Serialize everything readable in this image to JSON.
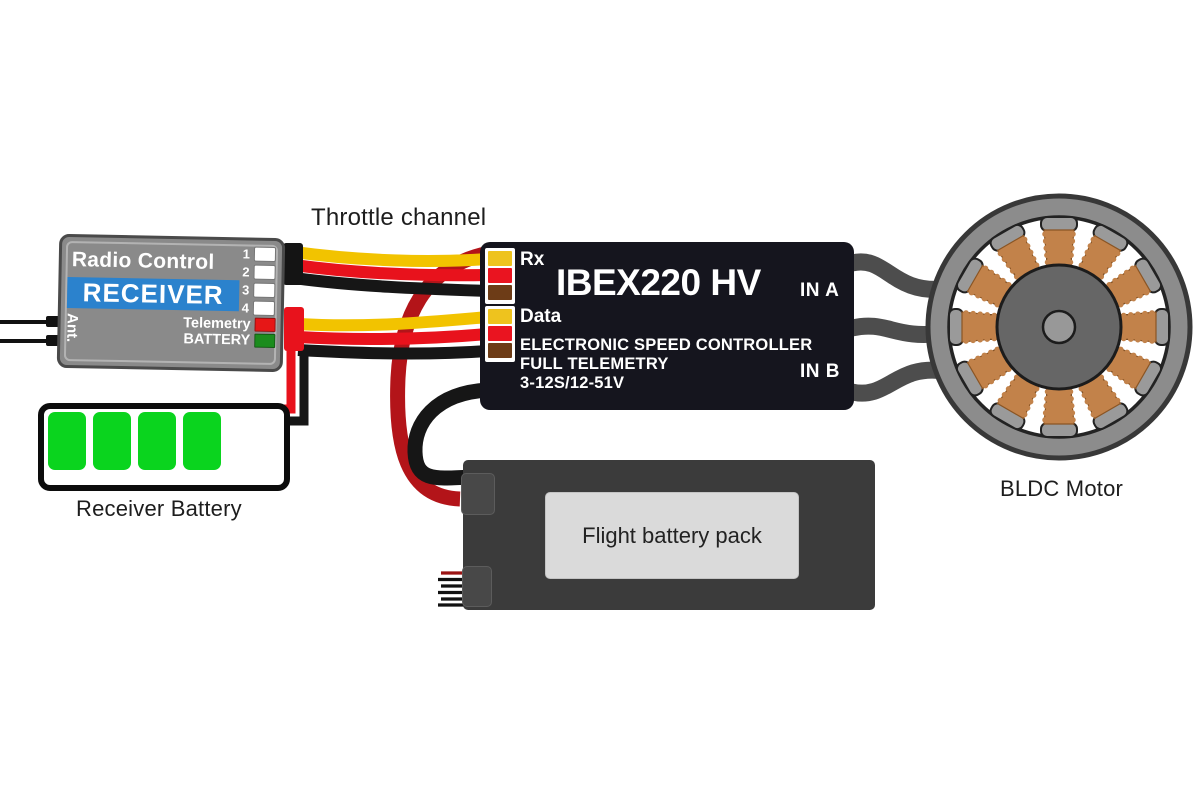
{
  "labels": {
    "throttle_channel": "Throttle channel",
    "receiver_battery": "Receiver Battery",
    "bldc_motor": "BLDC Motor",
    "flight_battery": "Flight battery pack"
  },
  "receiver": {
    "brand": "Radio Control",
    "name": "RECEIVER",
    "antenna": "Ant.",
    "channels": [
      "1",
      "2",
      "3",
      "4"
    ],
    "telemetry_label": "Telemetry",
    "battery_label": "BATTERY"
  },
  "esc": {
    "model": "IBEX220 HV",
    "rx_label": "Rx",
    "data_label": "Data",
    "in_a": "IN A",
    "in_b": "IN B",
    "desc_line1": "ELECTRONIC SPEED CONTROLLER",
    "desc_line2": "FULL TELEMETRY",
    "desc_line3": "3-12S/12-51V"
  },
  "motor": {
    "pole_count": 12
  },
  "receiver_battery": {
    "cell_count": 4
  },
  "colors": {
    "servo_yellow": "#f2c300",
    "servo_red": "#e8121c",
    "wire_black": "#161616",
    "power_red": "#b31419",
    "accent_blue": "#2b82cd",
    "battery_green": "#0ad41e",
    "status_green": "#1b8c1d",
    "status_red": "#e61717",
    "cell_yellow": "#eec31e",
    "cell_red": "#ea1420",
    "cell_brown": "#6d3c17",
    "copper": "#c2824a",
    "copper_dark": "#8a5524",
    "esc_bg": "#15151e",
    "motor_gray": "#8c8c8c",
    "pole_gray": "#9a9a9a",
    "phase_wire_gray": "#4d4d4d"
  }
}
